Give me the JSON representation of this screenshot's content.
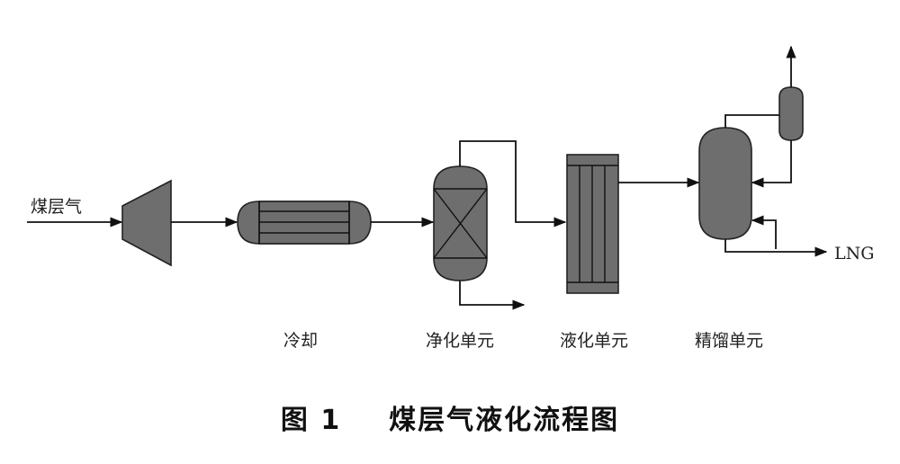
{
  "labels": {
    "feed": "煤层气",
    "cooling": "冷却",
    "purification": "净化单元",
    "liquefaction": "液化单元",
    "distillation": "精馏单元",
    "product": "LNG"
  },
  "caption": {
    "figure_no": "图 1",
    "title": "煤层气液化流程图"
  },
  "colors": {
    "equipment_fill": "#6e6e6e",
    "line": "#111111"
  }
}
